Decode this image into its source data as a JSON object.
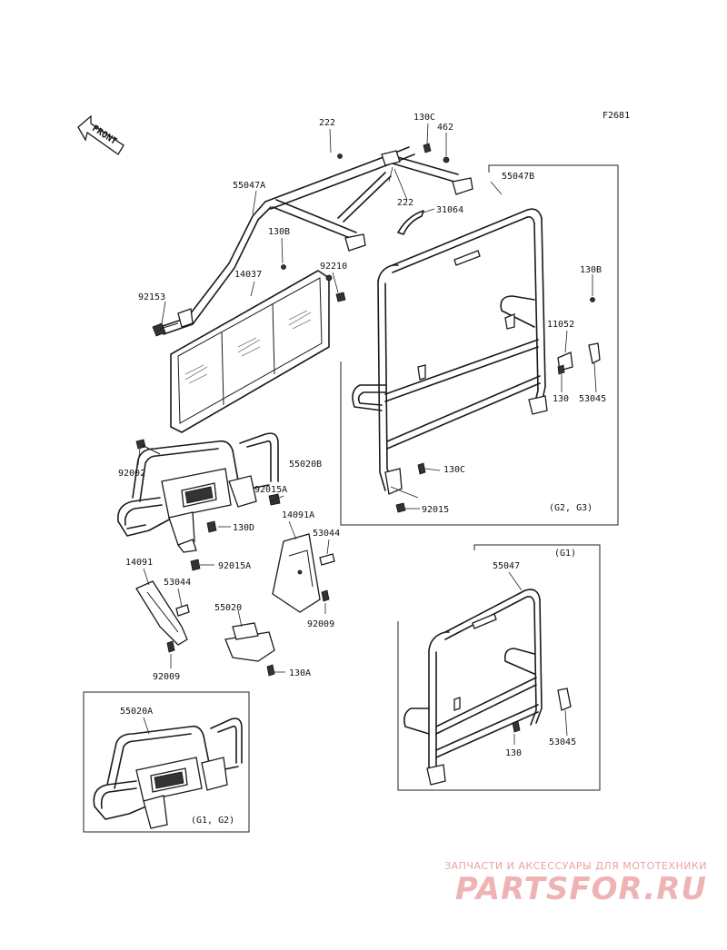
{
  "figure_code": "F2681",
  "front_arrow": "FRONT",
  "labels": {
    "p222_top": "222",
    "p130C_top": "130C",
    "p462": "462",
    "p55047A": "55047A",
    "p55047B": "55047B",
    "p222_mid": "222",
    "p31064": "31064",
    "p130B_left": "130B",
    "p92210": "92210",
    "p14037": "14037",
    "p92153": "92153",
    "p130B_right": "130B",
    "p11052": "11052",
    "p130_right": "130",
    "p53045_right": "53045",
    "p92002": "92002",
    "p55020B": "55020B",
    "p130C_mid": "130C",
    "p92015A_mid": "92015A",
    "p14091A": "14091A",
    "p130D": "130D",
    "p92015_mid": "92015",
    "p53044_right": "53044",
    "p14091": "14091",
    "p92015A_low": "92015A",
    "p53044_left": "53044",
    "p55020": "55020",
    "p92009_right": "92009",
    "p130A": "130A",
    "p92009_left": "92009",
    "p55047": "55047",
    "p130_low": "130",
    "p53045_low": "53045",
    "p55020A": "55020A"
  },
  "variants": {
    "g2g3": "(G2, G3)",
    "g1_top": "(G1)",
    "g1g2": "(G1, G2)"
  },
  "watermark": {
    "tagline": "ЗАПЧАСТИ И АКСЕССУАРЫ ДЛЯ МОТОТЕХНИКИ",
    "brand": "PARTSFOR.RU"
  },
  "colors": {
    "line": "#1a1a1a",
    "watermark": "#f0b3b3"
  }
}
